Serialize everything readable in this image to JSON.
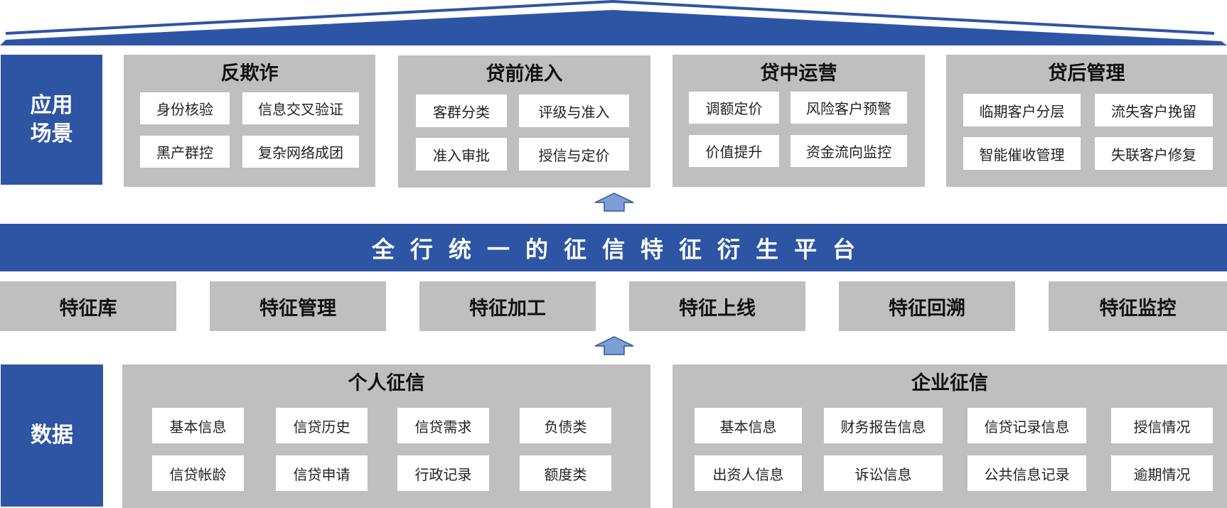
{
  "colors": {
    "brand_blue": "#2e55a4",
    "panel_gray": "#bfbfbf",
    "box_white": "#ffffff",
    "arrow_fill": "#7f9ed6"
  },
  "scenarios": {
    "label": "应用场景",
    "panels": [
      {
        "title": "反欺诈",
        "items": [
          "身份核验",
          "信息交叉验证",
          "黑产群控",
          "复杂网络成团"
        ]
      },
      {
        "title": "贷前准入",
        "items": [
          "客群分类",
          "评级与准入",
          "准入审批",
          "授信与定价"
        ]
      },
      {
        "title": "贷中运营",
        "items": [
          "调额定价",
          "风险客户预警",
          "价值提升",
          "资金流向监控"
        ]
      },
      {
        "title": "贷后管理",
        "items": [
          "临期客户分层",
          "流失客户挽留",
          "智能催收管理",
          "失联客户修复"
        ]
      }
    ]
  },
  "platform": {
    "title": "全行统一的征信特征衍生平台"
  },
  "features": [
    "特征库",
    "特征管理",
    "特征加工",
    "特征上线",
    "特征回溯",
    "特征监控"
  ],
  "data_layer": {
    "label": "数据",
    "personal": {
      "title": "个人征信",
      "items": [
        "基本信息",
        "信贷历史",
        "信贷需求",
        "负债类",
        "信贷帐龄",
        "信贷申请",
        "行政记录",
        "额度类"
      ]
    },
    "enterprise": {
      "title": "企业征信",
      "items": [
        "基本信息",
        "财务报告信息",
        "信贷记录信息",
        "授信情况",
        "出资人信息",
        "诉讼信息",
        "公共信息记录",
        "逾期情况"
      ]
    }
  }
}
